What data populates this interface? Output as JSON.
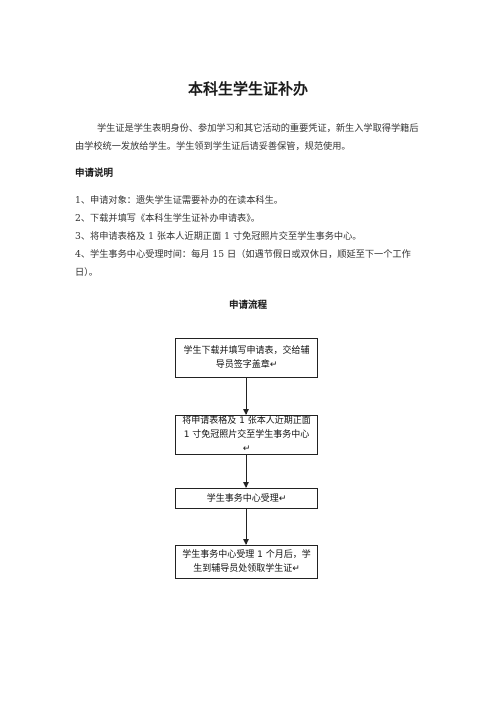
{
  "document": {
    "title": "本科生学生证补办",
    "intro": "学生证是学生表明身份、参加学习和其它活动的重要凭证，新生入学取得学籍后由学校统一发放给学生。学生领到学生证后请妥善保管，规范使用。",
    "section_heading": "申请说明",
    "items": [
      "1、申请对象：遗失学生证需要补办的在读本科生。",
      "2、下载并填写《本科生学生证补办申请表》。",
      "3、将申请表格及 1 张本人近期正面 1 寸免冠照片交至学生事务中心。",
      "4、学生事务中心受理时间：每月 15 日（如遇节假日或双休日，顺延至下一个工作日）。"
    ],
    "flow_heading": "申请流程",
    "flow_steps": [
      "学生下载并填写申请表，交给辅导员签字盖章↵",
      "将申请表格及 1 张本人近期正面 1 寸免冠照片交至学生事务中心↵",
      "学生事务中心受理↵",
      "学生事务中心受理 1 个月后，学生到辅导员处领取学生证↵"
    ]
  }
}
